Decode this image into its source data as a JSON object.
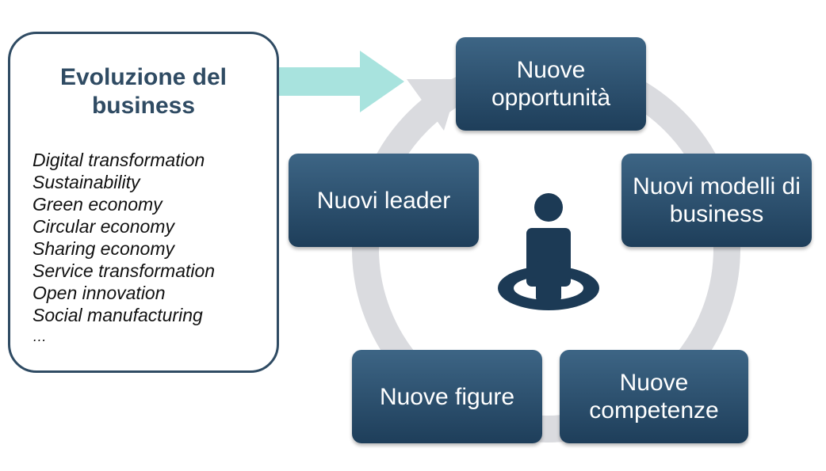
{
  "panel": {
    "title": "Evoluzione del business",
    "items": [
      "Digital transformation",
      "Sustainability",
      "Green economy",
      "Circular economy",
      "Sharing economy",
      "Service transformation",
      "Open innovation",
      "Social manufacturing",
      "…"
    ]
  },
  "cycle": {
    "nodes": [
      {
        "label": "Nuove opportunità"
      },
      {
        "label": "Nuovi modelli di business"
      },
      {
        "label": "Nuove competenze"
      },
      {
        "label": "Nuove figure"
      },
      {
        "label": "Nuovi leader"
      }
    ],
    "center_icon": "person-on-target-icon"
  },
  "colors": {
    "node_top": "#3d6585",
    "node_bottom": "#1e3e5a",
    "panel_border": "#2f4b63",
    "ring": "#dadbdf",
    "arrow": "#a8e3de",
    "icon": "#1c3a55"
  }
}
